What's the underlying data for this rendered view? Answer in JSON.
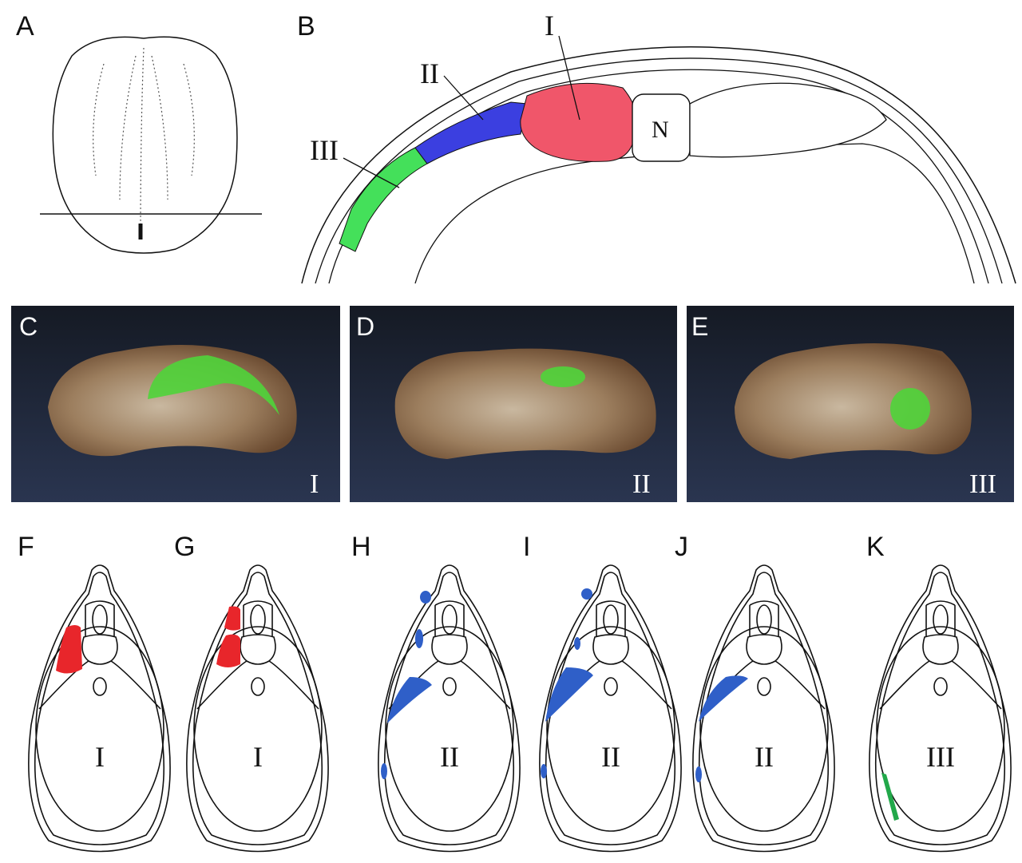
{
  "panel_labels": {
    "A": "A",
    "B": "B",
    "C": "C",
    "D": "D",
    "E": "E",
    "F": "F",
    "G": "G",
    "H": "H",
    "I": "I",
    "J": "J",
    "K": "K"
  },
  "section_b": {
    "region_1": "I",
    "region_2": "II",
    "region_3": "III",
    "notochord": "N"
  },
  "photos": [
    {
      "label": "C",
      "region": "I"
    },
    {
      "label": "D",
      "region": "II"
    },
    {
      "label": "E",
      "region": "III"
    }
  ],
  "schematics": [
    {
      "label": "F",
      "region": "I",
      "color": "#e8262b"
    },
    {
      "label": "G",
      "region": "I",
      "color": "#e8262b"
    },
    {
      "label": "H",
      "region": "II",
      "color": "#2f5fc8"
    },
    {
      "label": "I",
      "region": "II",
      "color": "#2f5fc8"
    },
    {
      "label": "J",
      "region": "II",
      "color": "#2f5fc8"
    },
    {
      "label": "K",
      "region": "III",
      "color": "#22a84a"
    }
  ],
  "colors": {
    "red": "#f0566a",
    "blue": "#3b3fe0",
    "green": "#44e05a",
    "photo_bg": "#1b2233"
  }
}
